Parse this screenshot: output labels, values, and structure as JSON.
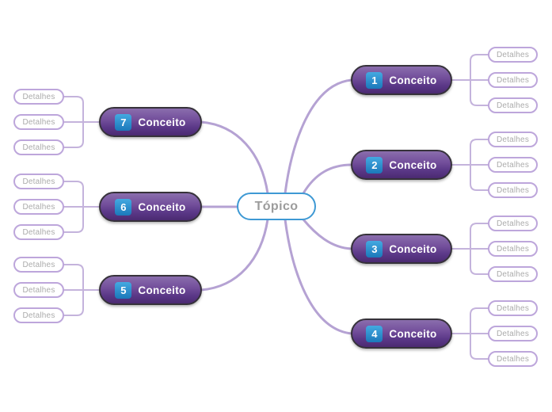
{
  "topic": {
    "label": "Tópico"
  },
  "branches": [
    {
      "number": "1",
      "label": "Conceito",
      "side": "right",
      "details": [
        "Detalhes",
        "Detalhes",
        "Detalhes"
      ]
    },
    {
      "number": "2",
      "label": "Conceito",
      "side": "right",
      "details": [
        "Detalhes",
        "Detalhes",
        "Detalhes"
      ]
    },
    {
      "number": "3",
      "label": "Conceito",
      "side": "right",
      "details": [
        "Detalhes",
        "Detalhes",
        "Detalhes"
      ]
    },
    {
      "number": "4",
      "label": "Conceito",
      "side": "right",
      "details": [
        "Detalhes",
        "Detalhes",
        "Detalhes"
      ]
    },
    {
      "number": "5",
      "label": "Conceito",
      "side": "left",
      "details": [
        "Detalhes",
        "Detalhes",
        "Detalhes"
      ]
    },
    {
      "number": "6",
      "label": "Conceito",
      "side": "left",
      "details": [
        "Detalhes",
        "Detalhes",
        "Detalhes"
      ]
    },
    {
      "number": "7",
      "label": "Conceito",
      "side": "left",
      "details": [
        "Detalhes",
        "Detalhes",
        "Detalhes"
      ]
    }
  ],
  "colors": {
    "topic_border": "#3e99d4",
    "topic_text": "#9c9c9c",
    "concept_gradient_top": "#8a6dad",
    "concept_gradient_bottom": "#4b2a71",
    "concept_border": "#36323a",
    "concept_text": "#ffffff",
    "badge_gradient_top": "#44a9e1",
    "badge_gradient_bottom": "#1b78ba",
    "badge_text": "#ffffff",
    "detail_border": "#bda6db",
    "detail_text": "#ababab",
    "branch_curve": "#b5a2d3",
    "elbow_line": "#c4b3dc"
  }
}
